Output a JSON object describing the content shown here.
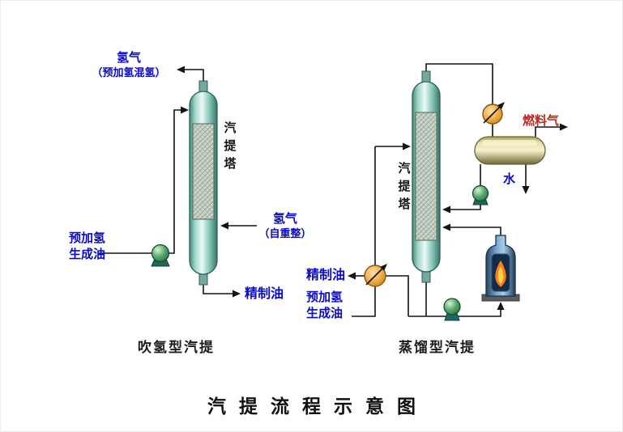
{
  "page_title": "汽提流程示意图",
  "left_diagram": {
    "caption": "吹氢型汽提",
    "tower_label": "汽提塔",
    "overhead_label": {
      "line1": "氢气",
      "line2": "（预加氢混氢）"
    },
    "feed_label": {
      "line1": "预加氢",
      "line2": "生成油"
    },
    "hydrogen_inlet_label": {
      "line1": "氢气",
      "line2": "（自重整）"
    },
    "product_label": "精制油"
  },
  "right_diagram": {
    "caption": "蒸馏型汽提",
    "tower_label": "汽提塔",
    "fuel_gas_label": "燃料气",
    "water_label": "水",
    "product_label": "精制油",
    "feed_label": {
      "line1": "预加氢",
      "line2": "生成油"
    }
  },
  "icons": {
    "stripping_column": "vertical-teal-capsule-with-packing",
    "pump": "green-sphere-on-stand",
    "heat_exchanger": "orange-circle-with-diagonal-arrow",
    "reflux_drum": "horizontal-khaki-capsule",
    "fired_heater": "blue-bottle-furnace-with-flame"
  },
  "colors": {
    "label_blue": "#0a0acc",
    "fuel_gas_red": "#c2271a",
    "line_black": "#141414",
    "column_teal": "#7fc4b5",
    "pump_green": "#2e8b57",
    "exchanger_orange": "#eda93f",
    "drum_khaki": "#e8e2ae",
    "furnace_blue": "#7aa6cc",
    "flame_orange": "#ff7a1a"
  }
}
